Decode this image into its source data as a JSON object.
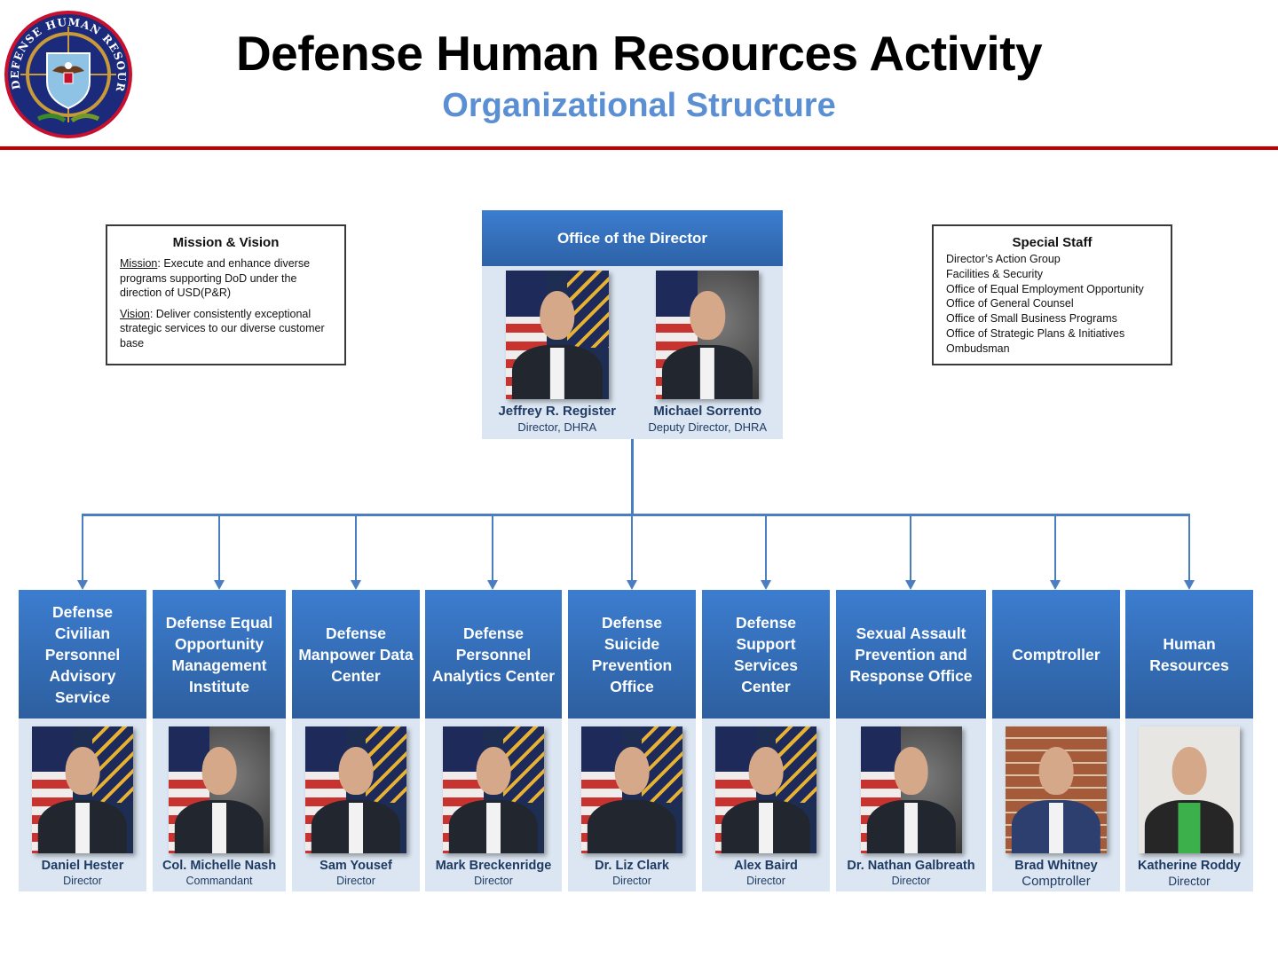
{
  "header": {
    "logo_label": "Defense Human Resources Activity seal",
    "logo_ring_text": "DEFENSE HUMAN RESOURCES ACTIVITY",
    "title": "Defense Human Resources Activity",
    "subtitle": "Organizational Structure"
  },
  "colors": {
    "accent_red": "#c00000",
    "subtitle_blue": "#5b8fd4",
    "box_blue": "#3c7dd0",
    "box_blue_dark": "#2d5f9f",
    "panel_light": "#dce6f2",
    "connector": "#4a7ec1",
    "name_text": "#1f3b63"
  },
  "mission_vision": {
    "heading": "Mission & Vision",
    "mission_label": "Mission",
    "mission_text": ": Execute and enhance diverse programs supporting DoD under the direction of USD(P&R)",
    "vision_label": "Vision",
    "vision_text": ": Deliver consistently exceptional strategic services to our diverse customer base"
  },
  "special_staff": {
    "heading": "Special Staff",
    "items": [
      "Director’s Action Group",
      "Facilities & Security",
      "Office of Equal Employment Opportunity",
      "Office of General Counsel",
      "Office of Small Business Programs",
      "Office of Strategic Plans & Initiatives",
      "Ombudsman"
    ]
  },
  "director_office": {
    "title": "Office of the Director",
    "people": [
      {
        "name": "Jeffrey R. Register",
        "role": "Director, DHRA"
      },
      {
        "name": "Michael Sorrento",
        "role": "Deputy Director, DHRA"
      }
    ]
  },
  "components": [
    {
      "title": "Defense Civilian Personnel Advisory Service",
      "name": "Daniel Hester",
      "role": "Director"
    },
    {
      "title": "Defense Equal Opportunity Management Institute",
      "name": "Col. Michelle Nash",
      "role": "Commandant"
    },
    {
      "title": "Defense Manpower Data Center",
      "name": "Sam Yousef",
      "role": "Director"
    },
    {
      "title": "Defense Personnel Analytics Center",
      "name": "Mark Breckenridge",
      "role": "Director"
    },
    {
      "title": "Defense Suicide Prevention Office",
      "name": "Dr. Liz Clark",
      "role": "Director"
    },
    {
      "title": "Defense Support Services Center",
      "name": "Alex Baird",
      "role": "Director"
    },
    {
      "title": "Sexual Assault Prevention and Response Office",
      "name": "Dr. Nathan Galbreath",
      "role": "Director"
    },
    {
      "title": "Comptroller",
      "name": "Brad Whitney",
      "role": "Comptroller"
    },
    {
      "title": "Human Resources",
      "name": "Katherine Roddy",
      "role": "Director"
    }
  ]
}
